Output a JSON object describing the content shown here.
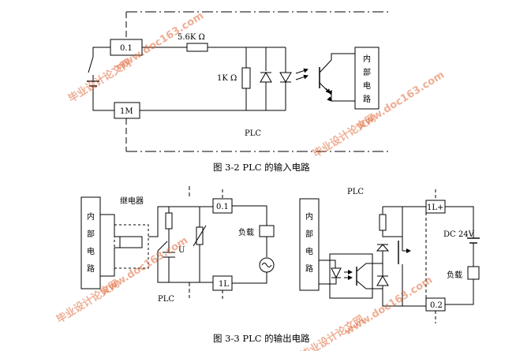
{
  "figure1": {
    "caption": "图 3-2 PLC 的输入电路",
    "terminal_in": "0.1",
    "terminal_common": "1M",
    "resistor_series": "5.6K Ω",
    "resistor_shunt": "1K Ω",
    "plc_label": "PLC",
    "internal_box": [
      "内",
      "部",
      "电",
      "路"
    ]
  },
  "figure2": {
    "caption": "图 3-3 PLC 的输出电路",
    "relay": {
      "internal_box": [
        "内",
        "部",
        "电",
        "路"
      ],
      "relay_label": "继电器",
      "terminal_out": "0.1",
      "terminal_common": "1L",
      "load_label": "负载",
      "u_label": "U",
      "plc_label": "PLC"
    },
    "transistor": {
      "internal_box": [
        "内",
        "部",
        "电",
        "路"
      ],
      "plc_label": "PLC",
      "terminal_common": "1L+",
      "terminal_out": "0.2",
      "supply_label": "DC 24V",
      "load_label": "负载"
    }
  },
  "watermarks": [
    "毕业设计论文网",
    "www.doc163.com"
  ],
  "colors": {
    "ink": "#000000",
    "watermark": "#e06a3a"
  }
}
